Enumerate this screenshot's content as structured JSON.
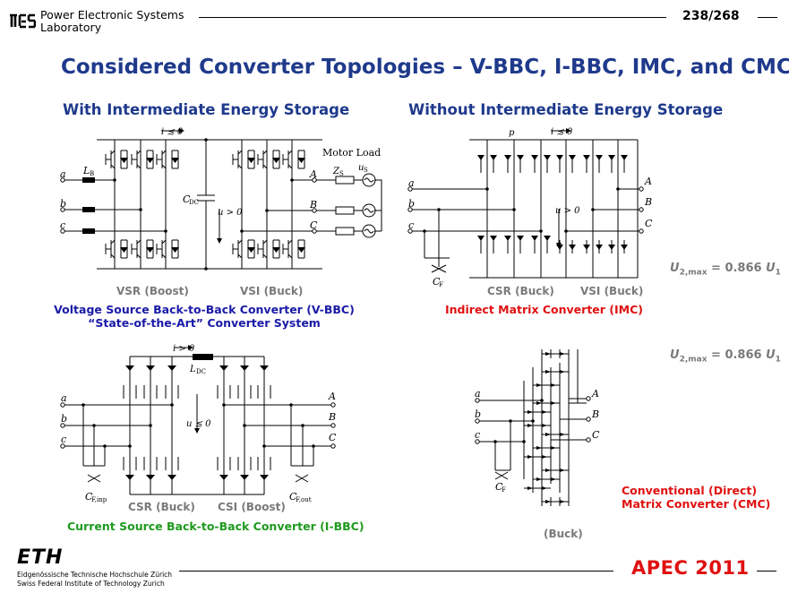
{
  "header": {
    "lab_line1": "Power Electronic Systems",
    "lab_line2": "Laboratory",
    "slide_number": "238/268"
  },
  "title": "Considered Converter Topologies – V-BBC, I-BBC, IMC, and CMC",
  "left_heading": "With Intermediate Energy Storage",
  "right_heading": "Without Intermediate Energy Storage",
  "vbbc": {
    "current_label": "i ≲ 0",
    "motor_load": "Motor Load",
    "lb": "L",
    "lb_sub": "B",
    "cdc": "C",
    "cdc_sub": "DC",
    "voltage_label": "u > 0",
    "zs": "Z",
    "zs_sub": "S",
    "us": "u",
    "us_sub": "S",
    "in_a": "a",
    "in_b": "b",
    "in_c": "c",
    "out_a": "A",
    "out_b": "B",
    "out_c": "C",
    "left_bridge": "VSR (Boost)",
    "right_bridge": "VSI (Buck)",
    "caption1": "Voltage Source Back-to-Back Converter (V-BBC)",
    "caption2": "“State-of-the-Art” Converter System"
  },
  "imc": {
    "p_label": "p",
    "current_label": "i ≲ 0",
    "voltage_label": "u > 0",
    "cf": "C",
    "cf_sub": "F",
    "in_a": "a",
    "in_b": "b",
    "in_c": "c",
    "out_a": "A",
    "out_b": "B",
    "out_c": "C",
    "left_bridge": "CSR (Buck)",
    "right_bridge": "VSI (Buck)",
    "caption": "Indirect Matrix Converter (IMC)",
    "umax_u": "U",
    "umax_sub": "2,max",
    "umax_eq": " = 0.866 ",
    "umax_u1": "U",
    "umax_sub1": "1"
  },
  "ibbc": {
    "current_label": "i > 0",
    "ldc": "L",
    "ldc_sub": "DC",
    "voltage_label": "u ≲ 0",
    "cfinp": "C",
    "cfinp_sub": "F,inp",
    "cfout": "C",
    "cfout_sub": "F,out",
    "in_a": "a",
    "in_b": "b",
    "in_c": "c",
    "out_a": "A",
    "out_b": "B",
    "out_c": "C",
    "left_bridge": "CSR (Buck)",
    "right_bridge": "CSI (Boost)",
    "caption": "Current Source Back-to-Back Converter (I-BBC)"
  },
  "cmc": {
    "cf": "C",
    "cf_sub": "F",
    "in_a": "a",
    "in_b": "b",
    "in_c": "c",
    "out_a": "A",
    "out_b": "B",
    "out_c": "C",
    "buck": "(Buck)",
    "caption1": "Conventional (Direct)",
    "caption2": "Matrix Converter (CMC)",
    "umax_u": "U",
    "umax_sub": "2,max",
    "umax_eq": " = 0.866 ",
    "umax_u1": "U",
    "umax_sub1": "1"
  },
  "footer": {
    "eth": "ETH",
    "eth_line1": "Eidgenössische Technische Hochschule Zürich",
    "eth_line2": "Swiss Federal Institute of Technology Zurich",
    "apec": "APEC 2011"
  },
  "colors": {
    "title_blue": "#1f3a8c",
    "caption_blue": "#1a1aa8",
    "caption_red": "#e01010",
    "caption_green": "#1e9a1e",
    "gray": "#7a7a7a"
  }
}
